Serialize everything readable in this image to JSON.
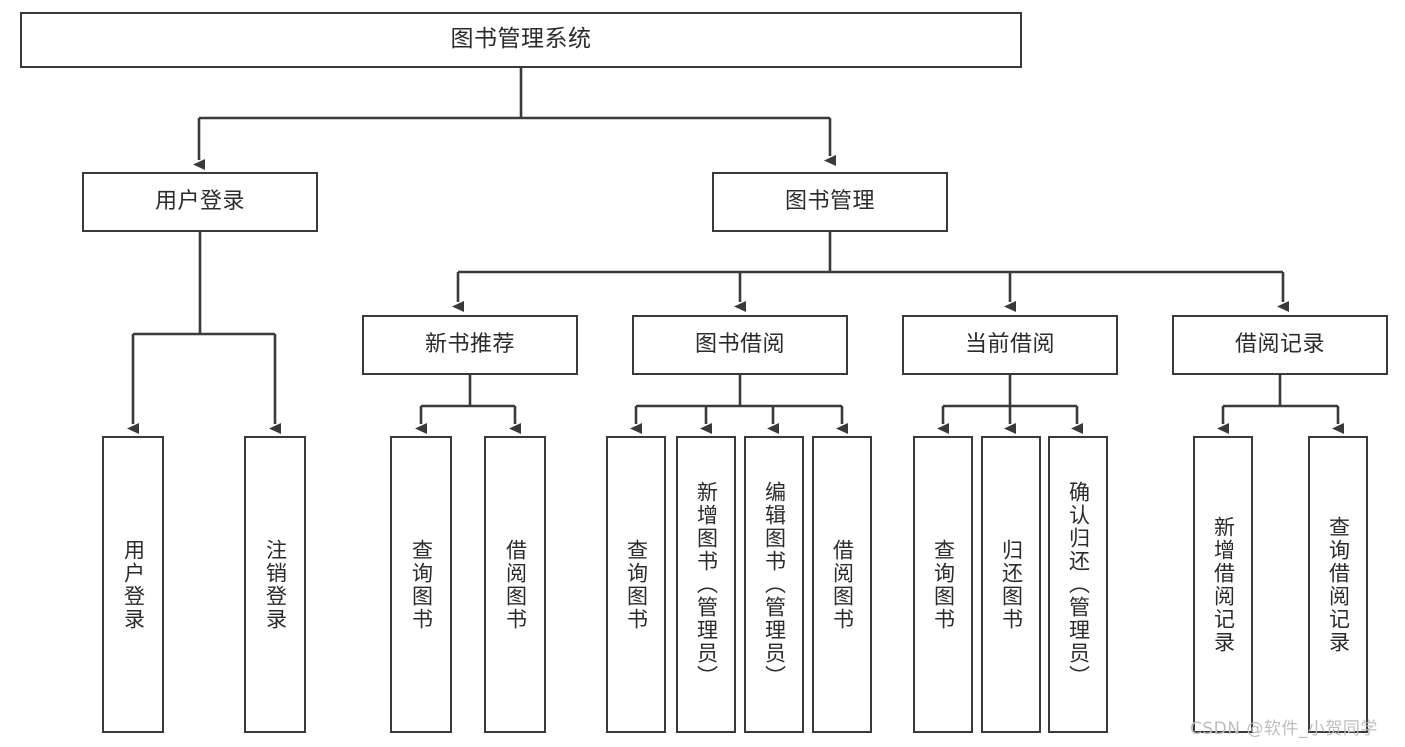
{
  "diagram": {
    "title": "图书管理系统",
    "type": "tree",
    "root": {
      "id": "root",
      "label": "图书管理系统"
    },
    "level2": [
      {
        "id": "user-login",
        "label": "用户登录"
      },
      {
        "id": "book-manage",
        "label": "图书管理"
      }
    ],
    "level3": [
      {
        "id": "new-book-recommend",
        "label": "新书推荐"
      },
      {
        "id": "book-borrow",
        "label": "图书借阅"
      },
      {
        "id": "current-borrow",
        "label": "当前借阅"
      },
      {
        "id": "borrow-record",
        "label": "借阅记录"
      }
    ],
    "leaves": {
      "user_login": [
        {
          "id": "leaf-user-login",
          "label": "用户登录"
        },
        {
          "id": "leaf-logout-login",
          "label": "注销登录"
        }
      ],
      "new_book_recommend": [
        {
          "id": "leaf-query-book-1",
          "label": "查询图书"
        },
        {
          "id": "leaf-borrow-book-1",
          "label": "借阅图书"
        }
      ],
      "book_borrow": [
        {
          "id": "leaf-query-book-2",
          "label": "查询图书"
        },
        {
          "id": "leaf-add-book",
          "label": "新增图书（管理员）"
        },
        {
          "id": "leaf-edit-book",
          "label": "编辑图书（管理员）"
        },
        {
          "id": "leaf-borrow-book-2",
          "label": "借阅图书"
        }
      ],
      "current_borrow": [
        {
          "id": "leaf-query-book-3",
          "label": "查询图书"
        },
        {
          "id": "leaf-return-book",
          "label": "归还图书"
        },
        {
          "id": "leaf-confirm-return",
          "label": "确认归还（管理员）"
        }
      ],
      "borrow_record": [
        {
          "id": "leaf-add-record",
          "label": "新增借阅记录"
        },
        {
          "id": "leaf-query-record",
          "label": "查询借阅记录"
        }
      ]
    }
  },
  "watermark": {
    "text": "CSDN @软件_小贺同学"
  },
  "colors": {
    "box_border": "#3a3a3a",
    "box_fill": "#ffffff",
    "wire": "#3a3a3a",
    "text": "#2b2b2b",
    "watermark": "#bdbdbd",
    "background": "#ffffff"
  }
}
